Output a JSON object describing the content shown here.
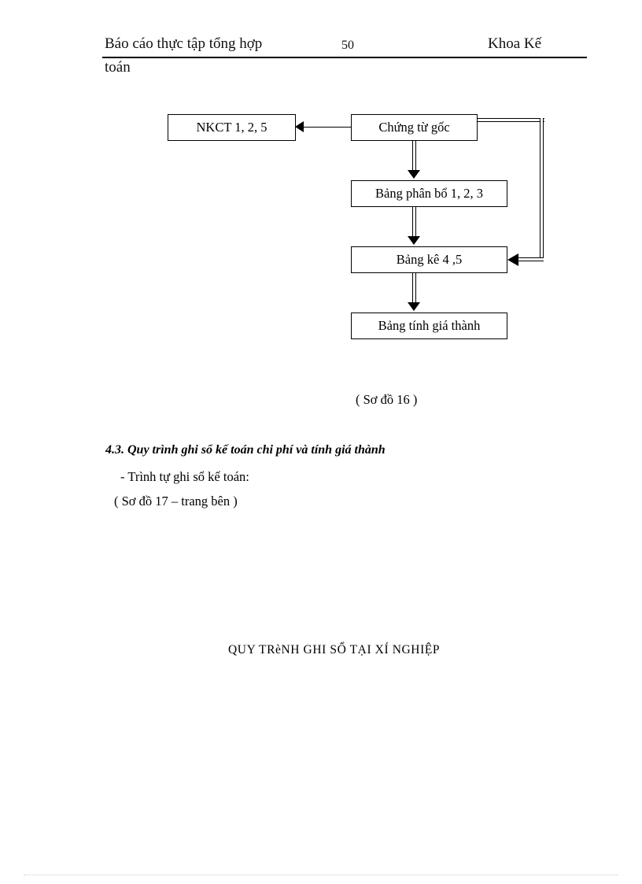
{
  "header": {
    "left_text": "Báo cáo thực tập tổng hợp",
    "page_number": "50",
    "right_text": "Khoa Kế",
    "second_line": "toán"
  },
  "flowchart": {
    "nodes": [
      {
        "id": "nkct",
        "label": "NKCT 1, 2, 5"
      },
      {
        "id": "chungtu",
        "label": "Chứng từ gốc"
      },
      {
        "id": "phanbo",
        "label": "Bảng phân bổ 1, 2, 3"
      },
      {
        "id": "bangke",
        "label": "Bảng kê 4 ,5"
      },
      {
        "id": "giathanh",
        "label": "Bảng tính giá thành"
      }
    ],
    "caption": "( Sơ đồ 16 )"
  },
  "section": {
    "heading": "4.3. Quy trình ghi sổ kế toán chi phí và tính giá thành",
    "line_1": "- Trình tự ghi sổ kế toán:",
    "line_2": "( Sơ đồ 17 – trang bên )"
  },
  "bottom_title": "QUY TRèNH GHI SỔ TẠI XÍ NGHIỆP"
}
